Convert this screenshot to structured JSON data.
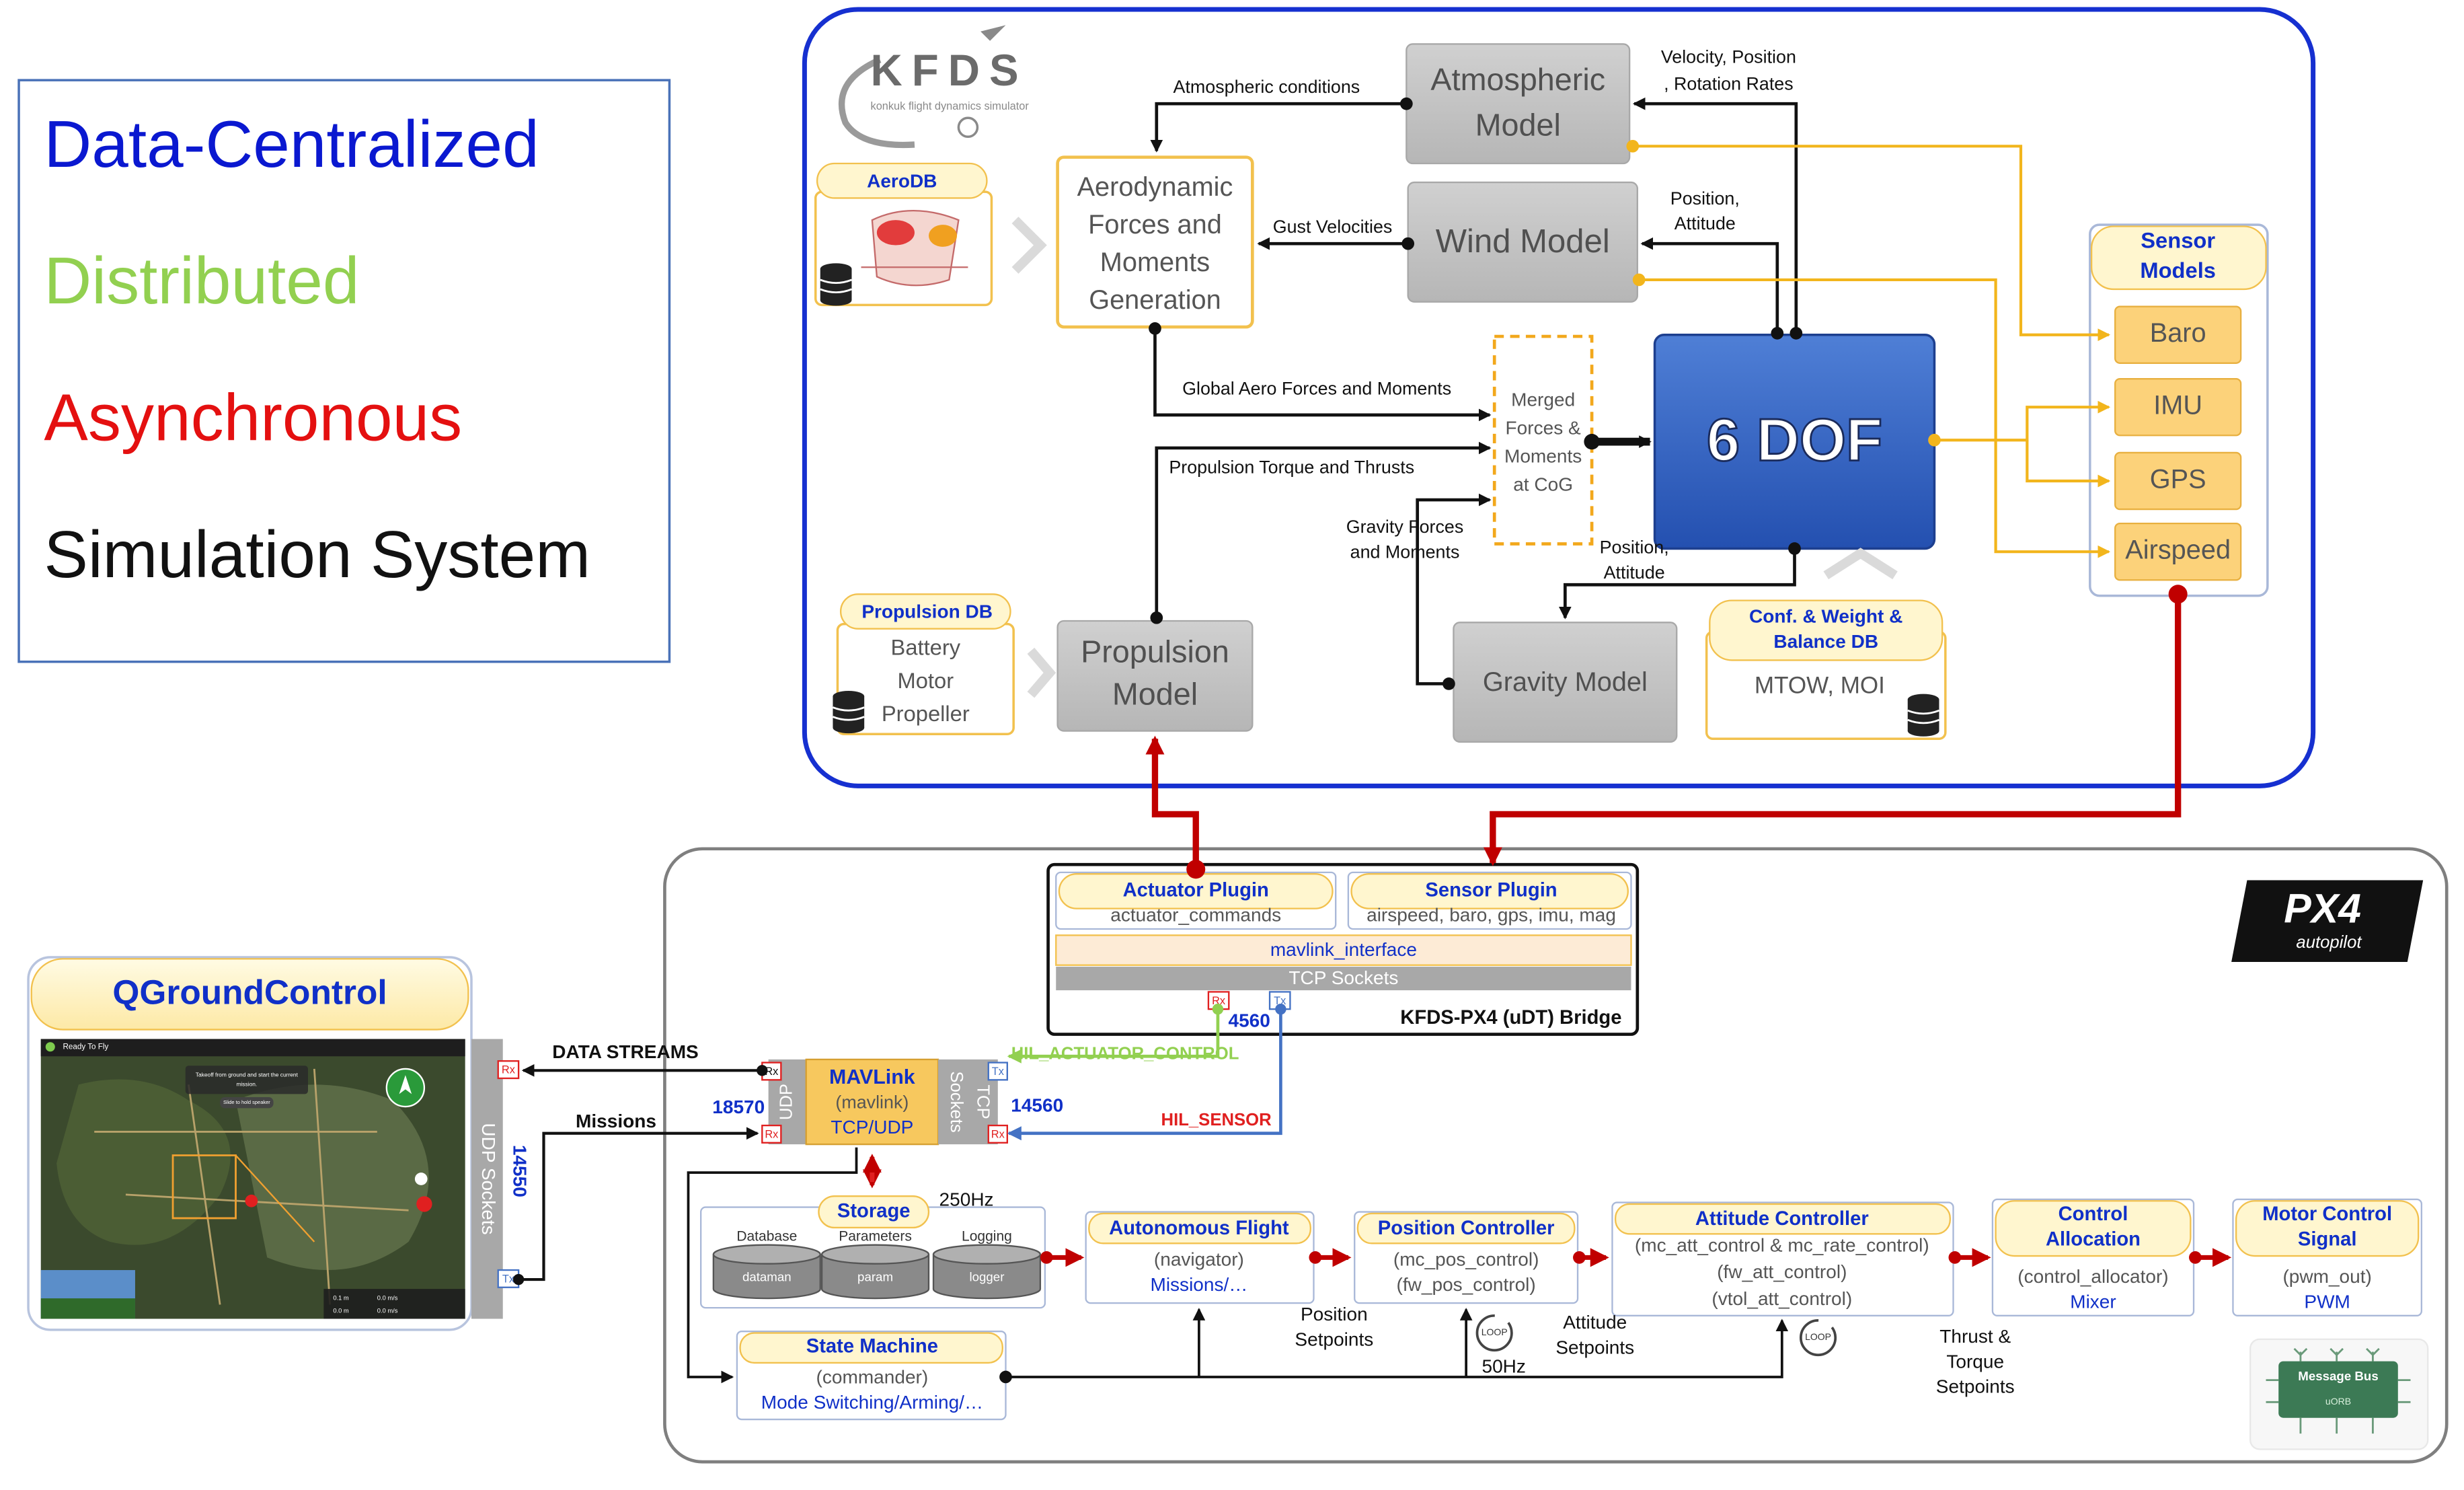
{
  "legend": {
    "line1": "Data-Centralized",
    "line2": "Distributed",
    "line3": "Asynchronous",
    "line4": "Simulation System",
    "colors": {
      "line1": "#0a18d0",
      "line2": "#92d050",
      "line3": "#e41010",
      "line4": "#111111"
    }
  },
  "kfds": {
    "logo_text": "KFDS",
    "logo_subtitle": "konkuk flight dynamics simulator",
    "aerodb": "AeroDB",
    "aero_forces": [
      "Aerodynamic",
      "Forces and",
      "Moments",
      "Generation"
    ],
    "atmospheric_model": [
      "Atmospheric",
      "Model"
    ],
    "wind_model": "Wind Model",
    "merged": [
      "Merged",
      "Forces &",
      "Moments",
      "at CoG"
    ],
    "six_dof": "6 DOF",
    "sensor_models": [
      "Sensor",
      "Models"
    ],
    "sensors": [
      "Baro",
      "IMU",
      "GPS",
      "Airspeed"
    ],
    "propulsion_db": "Propulsion DB",
    "propulsion_items": [
      "Battery",
      "Motor",
      "Propeller"
    ],
    "propulsion_model": [
      "Propulsion",
      "Model"
    ],
    "gravity_model": "Gravity Model",
    "conf_db": [
      "Conf. & Weight &",
      "Balance DB"
    ],
    "mtow": "MTOW, MOI",
    "labels": {
      "atmospheric_conditions": "Atmospheric conditions",
      "vel_pos_rot": [
        "Velocity, Position",
        ", Rotation Rates"
      ],
      "gust_velocities": "Gust Velocities",
      "position_attitude": [
        "Position,",
        "Attitude"
      ],
      "global_aero": "Global Aero Forces and Moments",
      "propulsion_torque": "Propulsion Torque and Thrusts",
      "gravity_forces": [
        "Gravity Forces",
        "and Moments"
      ],
      "position_attitude2": [
        "Position,",
        "Attitude"
      ]
    }
  },
  "bridge": {
    "actuator_plugin": "Actuator Plugin",
    "actuator_commands": "actuator_commands",
    "sensor_plugin": "Sensor Plugin",
    "sensor_list": "airspeed, baro, gps, imu, mag",
    "mavlink_interface": "mavlink_interface",
    "tcp_sockets": "TCP Sockets",
    "port": "4560",
    "title": "KFDS-PX4 (uDT) Bridge",
    "rx": "Rx",
    "tx": "Tx"
  },
  "px4": {
    "logo_main": "PX4",
    "logo_sub": "autopilot",
    "mavlink": "MAVLink",
    "mavlink_sub": "(mavlink)",
    "mavlink_proto": "TCP/UDP",
    "udp": "UDP",
    "tcp_sockets": [
      "TCP",
      "Sockets"
    ],
    "port_left": "18570",
    "port_right": "14560",
    "hil_actuator": "HIL_ACTUATOR_CONTROL",
    "hil_sensor": "HIL_SENSOR",
    "storage": "Storage",
    "storage_rate": "250Hz",
    "storage_items": [
      "Database",
      "Parameters",
      "Logging"
    ],
    "storage_sub": [
      "dataman",
      "param",
      "logger"
    ],
    "autonomous": "Autonomous Flight",
    "autonomous_sub": [
      "(navigator)",
      "Missions/…"
    ],
    "position": "Position Controller",
    "position_sub": [
      "(mc_pos_control)",
      "(fw_pos_control)"
    ],
    "attitude": "Attitude Controller",
    "attitude_sub": [
      "(mc_att_control & mc_rate_control)",
      "(fw_att_control)",
      "(vtol_att_control)"
    ],
    "control_alloc": [
      "Control",
      "Allocation"
    ],
    "control_alloc_sub": [
      "(control_allocator)",
      "Mixer"
    ],
    "motor": [
      "Motor Control",
      "Signal"
    ],
    "motor_sub": [
      "(pwm_out)",
      "PWM"
    ],
    "state_machine": "State Machine",
    "state_sub": [
      "(commander)",
      "Mode Switching/Arming/…"
    ],
    "position_setpoints": [
      "Position",
      "Setpoints"
    ],
    "attitude_setpoints": [
      "Attitude",
      "Setpoints"
    ],
    "thrust_setpoints": [
      "Thrust &",
      "Torque",
      "Setpoints"
    ],
    "rate_50": "50Hz",
    "loop": "LOOP",
    "message_bus": "Message Bus",
    "uorb": "uORB"
  },
  "qgc": {
    "title": "QGroundControl",
    "udp_sockets": "UDP Sockets",
    "port": "14550",
    "data_streams": "DATA STREAMS",
    "missions": "Missions",
    "status_ready": "Ready To Fly",
    "hint_line1": "Takeoff from ground and start the current",
    "hint_line2": "mission.",
    "hint_button": "Slide to hold speaker",
    "readouts": [
      "0.1 m",
      "0.0 m/s",
      "0.0 m",
      "0.0 m/s"
    ]
  }
}
